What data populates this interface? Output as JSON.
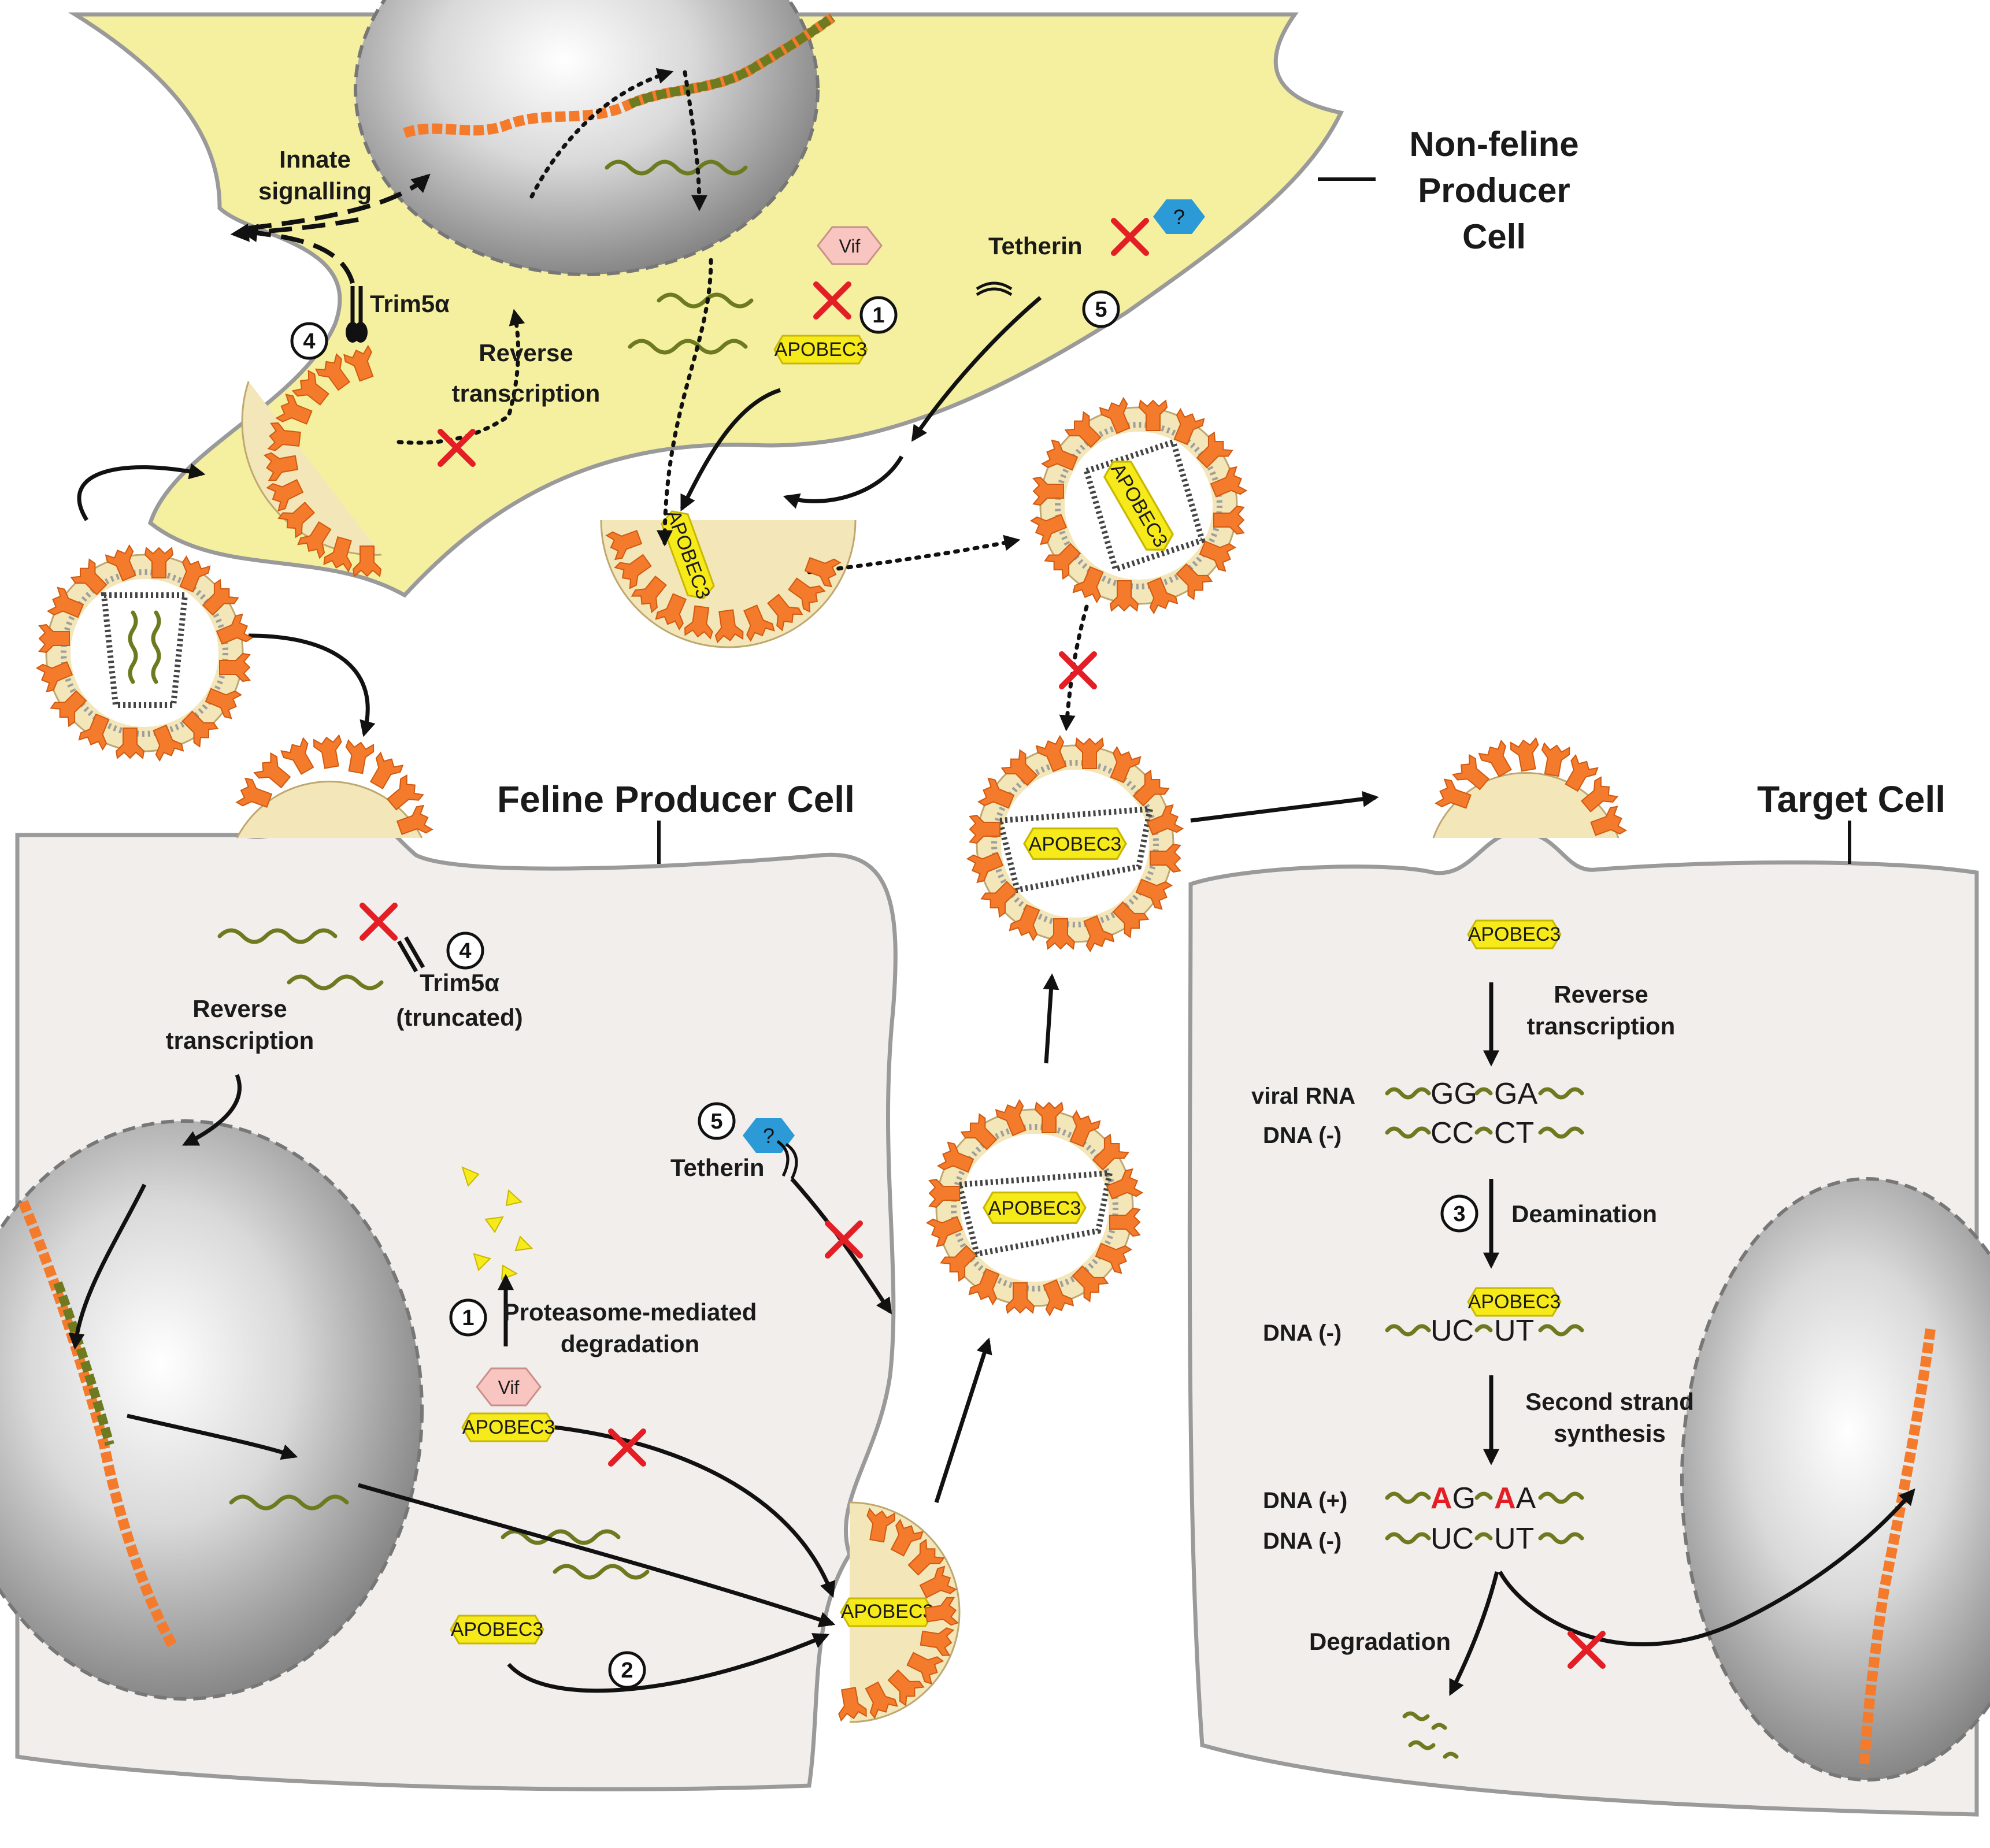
{
  "labels": {
    "non_feline_cell": [
      "Non-feline",
      "Producer",
      "Cell"
    ],
    "feline_cell": "Feline Producer Cell",
    "target_cell": "Target Cell",
    "innate_signalling": [
      "Innate",
      "signalling"
    ],
    "trim5a": "Trim5α",
    "trim5a_truncated": [
      "Trim5α",
      "(truncated)"
    ],
    "reverse_transcription": [
      "Reverse",
      "transcription"
    ],
    "tetherin": "Tetherin",
    "vif": "Vif",
    "apobec3": "APOBEC3",
    "question": "?",
    "proteasome": [
      "Proteasome-mediated",
      "degradation"
    ],
    "deamination": "Deamination",
    "second_strand": [
      "Second strand",
      "synthesis"
    ],
    "degradation": "Degradation"
  },
  "steps": {
    "one": "1",
    "two": "2",
    "three": "3",
    "four": "4",
    "five": "5"
  },
  "sequence": {
    "viral_rna_label": "viral RNA",
    "dna_minus_label": "DNA (-)",
    "dna_plus_label": "DNA (+)",
    "rna_a": "GG",
    "rna_b": "GA",
    "dna1_a": "CC",
    "dna1_b": "CT",
    "dna2_a": "UC",
    "dna2_b": "UT",
    "plus_a_red": "A",
    "plus_a_rest": "G",
    "plus_b_red": "A",
    "plus_b_rest": "A",
    "dna3_a": "UC",
    "dna3_b": "UT"
  },
  "colors": {
    "non_feline_fill": "#f5f0a0",
    "cell_fill": "#f1eeec",
    "spike": "#f47a2c",
    "envelope": "#f3e6b8",
    "rna": "#6e7a1f",
    "host_dna": "#f47a2c",
    "apobec": "#f7ea1b",
    "vif": "#f8c5c0",
    "unknown": "#2c9ad6",
    "block": "#e31e24"
  },
  "icons": [
    "virion-icon",
    "capsid-icon",
    "nucleus-icon",
    "block-x-icon",
    "apobec3-protein-icon",
    "vif-protein-icon",
    "tetherin-icon",
    "trim5a-icon"
  ]
}
